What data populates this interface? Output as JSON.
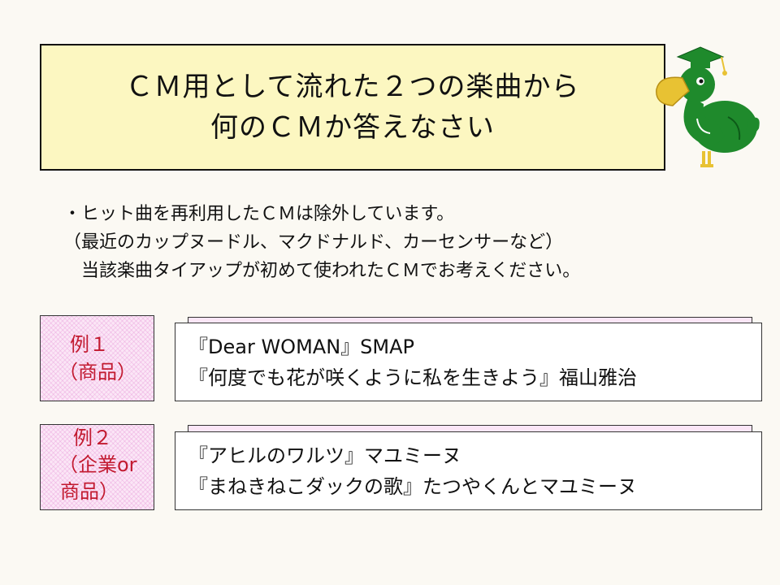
{
  "title": {
    "line1": "ＣＭ用として流れた２つの楽曲から",
    "line2": "何のＣＭか答えなさい"
  },
  "notes": [
    "・ヒット曲を再利用したＣＭは除外しています。",
    "（最近のカップヌードル、マクドナルド、カーセンサーなど）",
    "　当該楽曲タイアップが初めて使われたＣＭでお考えください。"
  ],
  "examples": [
    {
      "label_line1": "例１",
      "label_line2": "（商品）",
      "songs": [
        "『Dear WOMAN』SMAP",
        "『何度でも花が咲くように私を生きよう』福山雅治"
      ]
    },
    {
      "label_line1": "例２",
      "label_line2": "（企業or",
      "label_line3": "商品）",
      "songs": [
        "『アヒルのワルツ』マユミーヌ",
        "『まねきねこダックの歌』たつやくんとマユミーヌ"
      ]
    }
  ],
  "colors": {
    "title_bg": "#fcf7c1",
    "label_text": "#c21a30",
    "label_bg": "#fbe6f6",
    "mascot_green": "#1f8a2c",
    "mascot_beak": "#e8c233"
  },
  "icons": [
    "dodo-bird-mascot-icon"
  ]
}
